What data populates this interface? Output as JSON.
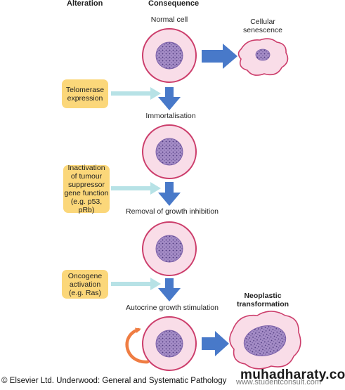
{
  "headers": {
    "alteration": "Alteration",
    "consequence": "Consequence"
  },
  "stages": {
    "normal_cell": "Normal cell",
    "cellular_senescence": "Cellular\nsenescence",
    "immortalisation": "Immortalisation",
    "removal_growth_inhibition": "Removal of growth inhibition",
    "autocrine_growth_stimulation": "Autocrine growth stimulation",
    "neoplastic_transformation": "Neoplastic\ntransformation"
  },
  "alterations": {
    "telomerase": "Telomerase\nexpression",
    "tumour_suppressor": "Inactivation\nof tumour\nsuppressor\ngene function\n(e.g. p53, pRb)",
    "oncogene": "Oncogene\nactivation\n(e.g. Ras)"
  },
  "footer": "© Elsevier Ltd. Underwood: General and Systematic Pathology",
  "watermark": "muhadharaty.com",
  "watermark_url": "www.studentconsult.com",
  "colors": {
    "cell_fill": "#f9dde8",
    "cell_outline": "#cc3d6b",
    "nucleus": "#a48cc6",
    "arrow_blue": "#4879c9",
    "arrow_light": "#b7e2e6",
    "alteration_box": "#fbd77a",
    "autocrine_loop": "#ef7d43"
  }
}
